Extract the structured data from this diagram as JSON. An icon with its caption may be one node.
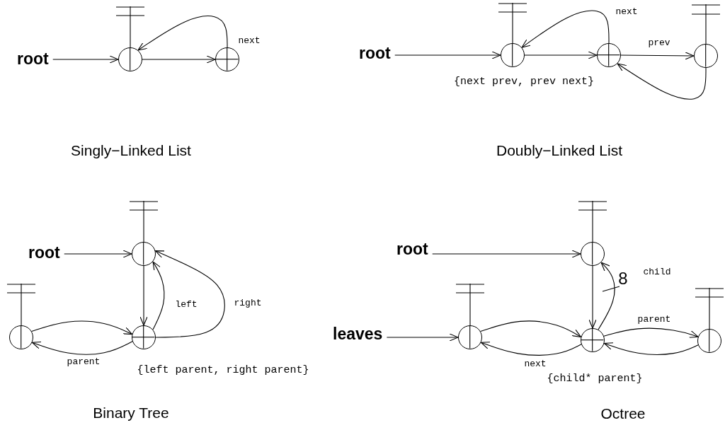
{
  "diagram": {
    "nodes": [
      {
        "text": [
          "root"
        ]
      },
      {
        "text": [],
        "shape": "circle"
      },
      {
        "text": [],
        "shape": "circle"
      },
      {
        "text": [
          "root"
        ]
      },
      {
        "text": [],
        "shape": "circle"
      },
      {
        "text": [],
        "shape": "circle"
      },
      {
        "text": [],
        "shape": "circle"
      },
      {
        "text": [
          "root"
        ]
      },
      {
        "text": [],
        "shape": "circle"
      },
      {
        "text": [],
        "shape": "circle"
      },
      {
        "text": [],
        "shape": "circle"
      },
      {
        "text": [
          "root"
        ]
      },
      {
        "text": [],
        "shape": "circle"
      },
      {
        "text": [
          "leaves"
        ]
      },
      {
        "text": [],
        "shape": "circle"
      },
      {
        "text": [],
        "shape": "circle"
      },
      {
        "text": [],
        "shape": "circle"
      }
    ],
    "edges": [
      {
        "from": 0,
        "to": 1,
        "arrow": "to"
      },
      {
        "from": 1,
        "to": 2,
        "arrow": "to"
      },
      {
        "from": 2,
        "to": 1,
        "arrow": "to",
        "label": "next"
      },
      {
        "from": 3,
        "to": 4,
        "arrow": "to"
      },
      {
        "from": 4,
        "to": 5,
        "arrow": "to"
      },
      {
        "from": 5,
        "to": 4,
        "arrow": "to",
        "label": "next"
      },
      {
        "from": 5,
        "to": 6,
        "arrow": "to",
        "label": "prev"
      },
      {
        "from": 6,
        "to": 5,
        "arrow": "to"
      },
      {
        "from": 7,
        "to": 8,
        "arrow": "to"
      },
      {
        "from": 8,
        "to": 10,
        "arrow": "to"
      },
      {
        "from": 10,
        "to": 8,
        "arrow": "to",
        "label": "left"
      },
      {
        "from": 10,
        "to": 8,
        "arrow": "to",
        "label": "right"
      },
      {
        "from": 9,
        "to": 10,
        "arrow": "to"
      },
      {
        "from": 10,
        "to": 9,
        "arrow": "to",
        "label": "parent"
      },
      {
        "from": 11,
        "to": 12,
        "arrow": "to"
      },
      {
        "from": 13,
        "to": 14,
        "arrow": "to"
      },
      {
        "from": 12,
        "to": 15,
        "arrow": "to"
      },
      {
        "from": 15,
        "to": 12,
        "arrow": "to",
        "label": "child"
      },
      {
        "from": 14,
        "to": 15,
        "arrow": "to"
      },
      {
        "from": 15,
        "to": 14,
        "arrow": "to",
        "label": "next"
      },
      {
        "from": 15,
        "to": 16,
        "arrow": "to",
        "label": "parent"
      },
      {
        "from": 16,
        "to": 15,
        "arrow": "to"
      }
    ],
    "labels": [
      "{next prev, prev next}",
      "Singly−Linked List",
      "Doubly−Linked List",
      "8",
      "{left parent, right parent}",
      "{child* parent}",
      "Binary Tree",
      "Octree"
    ]
  }
}
